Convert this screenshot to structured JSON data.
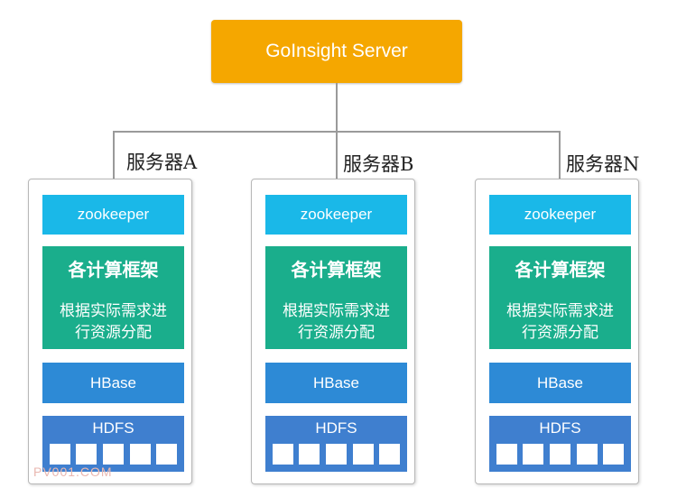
{
  "server": {
    "label": "GoInsight Server"
  },
  "nodes": [
    {
      "name": "服务器A",
      "zookeeper": "zookeeper",
      "compute_title": "各计算框架",
      "compute_desc_line1": "根据实际需求进",
      "compute_desc_line2": "行资源分配",
      "hbase": "HBase",
      "hdfs": "HDFS"
    },
    {
      "name": "服务器B",
      "zookeeper": "zookeeper",
      "compute_title": "各计算框架",
      "compute_desc_line1": "根据实际需求进",
      "compute_desc_line2": "行资源分配",
      "hbase": "HBase",
      "hdfs": "HDFS"
    },
    {
      "name": "服务器N",
      "zookeeper": "zookeeper",
      "compute_title": "各计算框架",
      "compute_desc_line1": "根据实际需求进",
      "compute_desc_line2": "行资源分配",
      "hbase": "HBase",
      "hdfs": "HDFS"
    }
  ],
  "watermark": "PV001.COM",
  "colors": {
    "server": "#f5a700",
    "zookeeper": "#1ab8e8",
    "compute": "#1aae8c",
    "hbase": "#2d8ad6",
    "hdfs": "#3f7fcf",
    "connector": "#9a9a9a"
  }
}
